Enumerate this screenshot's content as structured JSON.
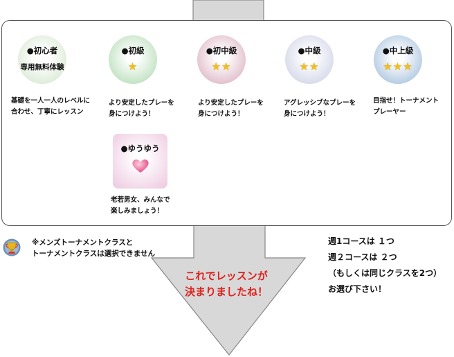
{
  "levels": [
    {
      "title": "●初心者",
      "subtitle": "専用無料体験",
      "stars": "",
      "description": "基礎を一人一人のレベルに\n合わせ、丁寧にレッスン",
      "color": "#cfe3c8"
    },
    {
      "title": "●初級",
      "subtitle": "",
      "stars": "★",
      "description": "より安定したプレーを\n身につけよう！",
      "color": "#a9d7ab"
    },
    {
      "title": "●初中級",
      "subtitle": "",
      "stars": "★★",
      "description": "より安定したプレーを\n身につけよう！",
      "color": "#d6a6b8"
    },
    {
      "title": "●中級",
      "subtitle": "",
      "stars": "★★",
      "description": "アグレッシブなプレーを\n身につけよう！",
      "color": "#c6cbe2"
    },
    {
      "title": "●中上級",
      "subtitle": "",
      "stars": "★★★",
      "description": "目指せ！トーナメント\nプレーヤー",
      "color": "#96b6d8"
    },
    {
      "title": "●ゆうゆう",
      "subtitle": "",
      "stars": "",
      "description": "老若男女、みんなで\n楽しみましょう！",
      "color": "#edc7df"
    }
  ],
  "note": {
    "line1": "※メンズトーナメントクラスと",
    "line2": "トーナメントクラスは選択できません"
  },
  "weekly": {
    "line1": "週1コースは １つ",
    "line2": "週２コースは ２つ",
    "line3": "（もしくは同じクラスを2つ）",
    "line4": "お選び下さい！"
  },
  "arrow_message": {
    "line1": "これでレッスンが",
    "line2": "決まりましたね！"
  }
}
